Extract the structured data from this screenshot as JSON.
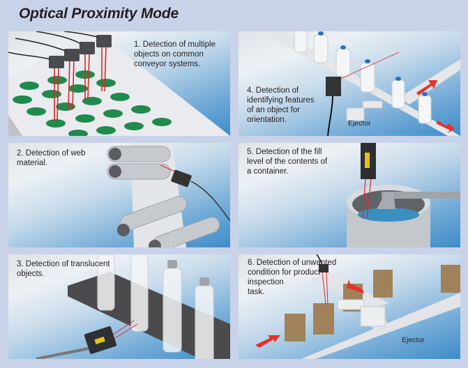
{
  "title": "Optical Proximity Mode",
  "panels": [
    {
      "id": 1,
      "caption": "1. Detection of multiple\nobjects on common\nconveyor systems."
    },
    {
      "id": 2,
      "caption": "2. Detection of web\nmaterial."
    },
    {
      "id": 3,
      "caption": "3. Detection of translucent\nobjects."
    },
    {
      "id": 4,
      "caption": "4. Detection of\nidentifying features\nof an object for\norientation.",
      "label": "Ejector"
    },
    {
      "id": 5,
      "caption": "5. Detection of the fill\nlevel of the contents of\na container."
    },
    {
      "id": 6,
      "caption": "6. Detection of unwanted\ncondition for product\ninspection\ntask.",
      "label": "Ejector"
    }
  ],
  "colors": {
    "background": "#c8d3ea",
    "laser": "#e0262a",
    "arrow": "#e8302a",
    "disc": "#1f8a4c",
    "box": "#a0825a"
  }
}
